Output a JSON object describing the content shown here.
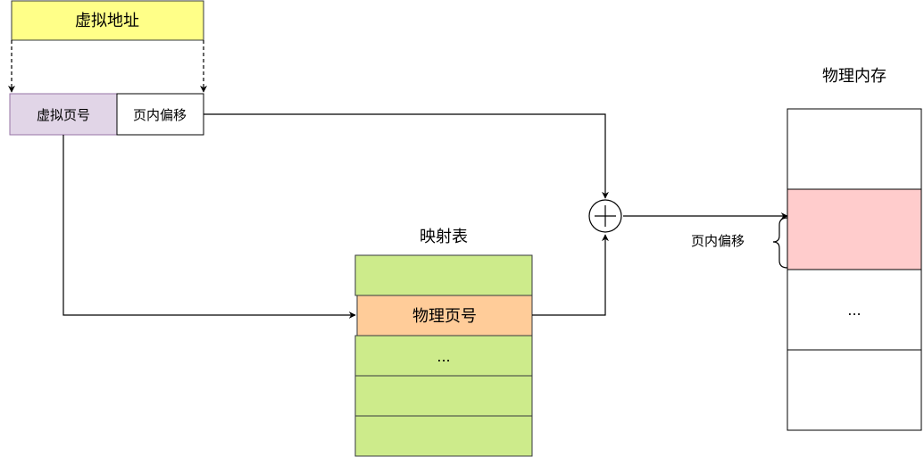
{
  "virtual_address": {
    "label": "虚拟地址",
    "page_number_label": "虚拟页号",
    "page_offset_label": "页内偏移"
  },
  "mapping_table": {
    "title": "映射表",
    "physical_page_label": "物理页号",
    "ellipsis": "..."
  },
  "adder": {
    "symbol": "plus-circle"
  },
  "physical_memory": {
    "title": "物理内存",
    "offset_label": "页内偏移",
    "ellipsis": "..."
  },
  "colors": {
    "virtual_address_fill": "#ffff88",
    "virtual_address_stroke": "#36393d",
    "page_number_fill": "#e1d5e7",
    "page_number_stroke": "#9673a6",
    "table_row_fill": "#cdeb8b",
    "table_stroke": "#36393d",
    "physical_page_fill": "#ffcc99",
    "highlighted_page_fill": "#ffcccc",
    "line": "#000000"
  }
}
